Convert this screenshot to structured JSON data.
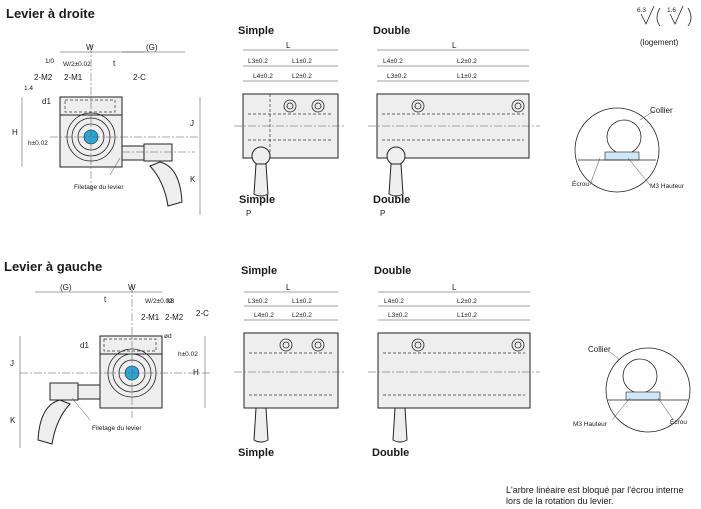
{
  "sections": {
    "right_title": "Levier à droite",
    "left_title": "Levier à gauche",
    "simple": "Simple",
    "double": "Double"
  },
  "dims": {
    "W": "W",
    "G": "(G)",
    "W2": "W/2±0.02",
    "t": "t",
    "two_C": "2-C",
    "two_M1": "2-M1",
    "two_M2": "2-M2",
    "H": "H",
    "h": "h±0.02",
    "J": "J",
    "K": "K",
    "d1": "d1",
    "P": "P",
    "L": "L",
    "L1": "L1±0.2",
    "L2": "L2±0.2",
    "L3": "L3±0.2",
    "L4": "L4±0.2",
    "tol_10": "1/0",
    "tol_14": "1.4",
    "phi_d": "ød",
    "tol_f": "f/8"
  },
  "labels": {
    "filetage": "Filetage du levier",
    "collier": "Collier",
    "ecrou": "Écrou",
    "m3": "M3 Hauteur",
    "logement": "(logement)",
    "rough_1": "6.3",
    "rough_2": "1.6"
  },
  "note": {
    "line1": "L'arbre linéaire est bloqué par l'écrou interne",
    "line2": "lors de la rotation du levier."
  },
  "colors": {
    "part_fill": "#eeeeee",
    "line": "#222222",
    "accent": "#2aa6d8"
  }
}
